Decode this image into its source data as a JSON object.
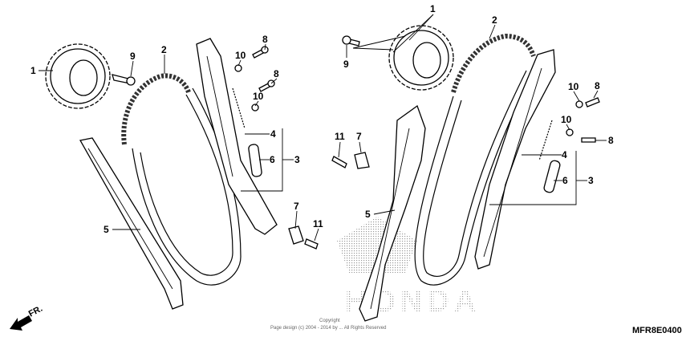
{
  "diagram": {
    "code": "MFR8E0400",
    "front_indicator": "FR.",
    "watermark": {
      "brand": "HONDA",
      "copyright_line1": "Copyright",
      "copyright_line2": "Page design (c) 2004 - 2014 by ... All Rights Reserved"
    },
    "callouts_left": [
      "1",
      "9",
      "2",
      "8",
      "10",
      "8",
      "10",
      "4",
      "6",
      "3",
      "5",
      "7",
      "11"
    ],
    "callouts_right": [
      "1",
      "2",
      "9",
      "11",
      "7",
      "5",
      "10",
      "8",
      "10",
      "8",
      "4",
      "6",
      "3"
    ],
    "colors": {
      "line": "#000000",
      "watermark": "#9a9a9a"
    }
  }
}
